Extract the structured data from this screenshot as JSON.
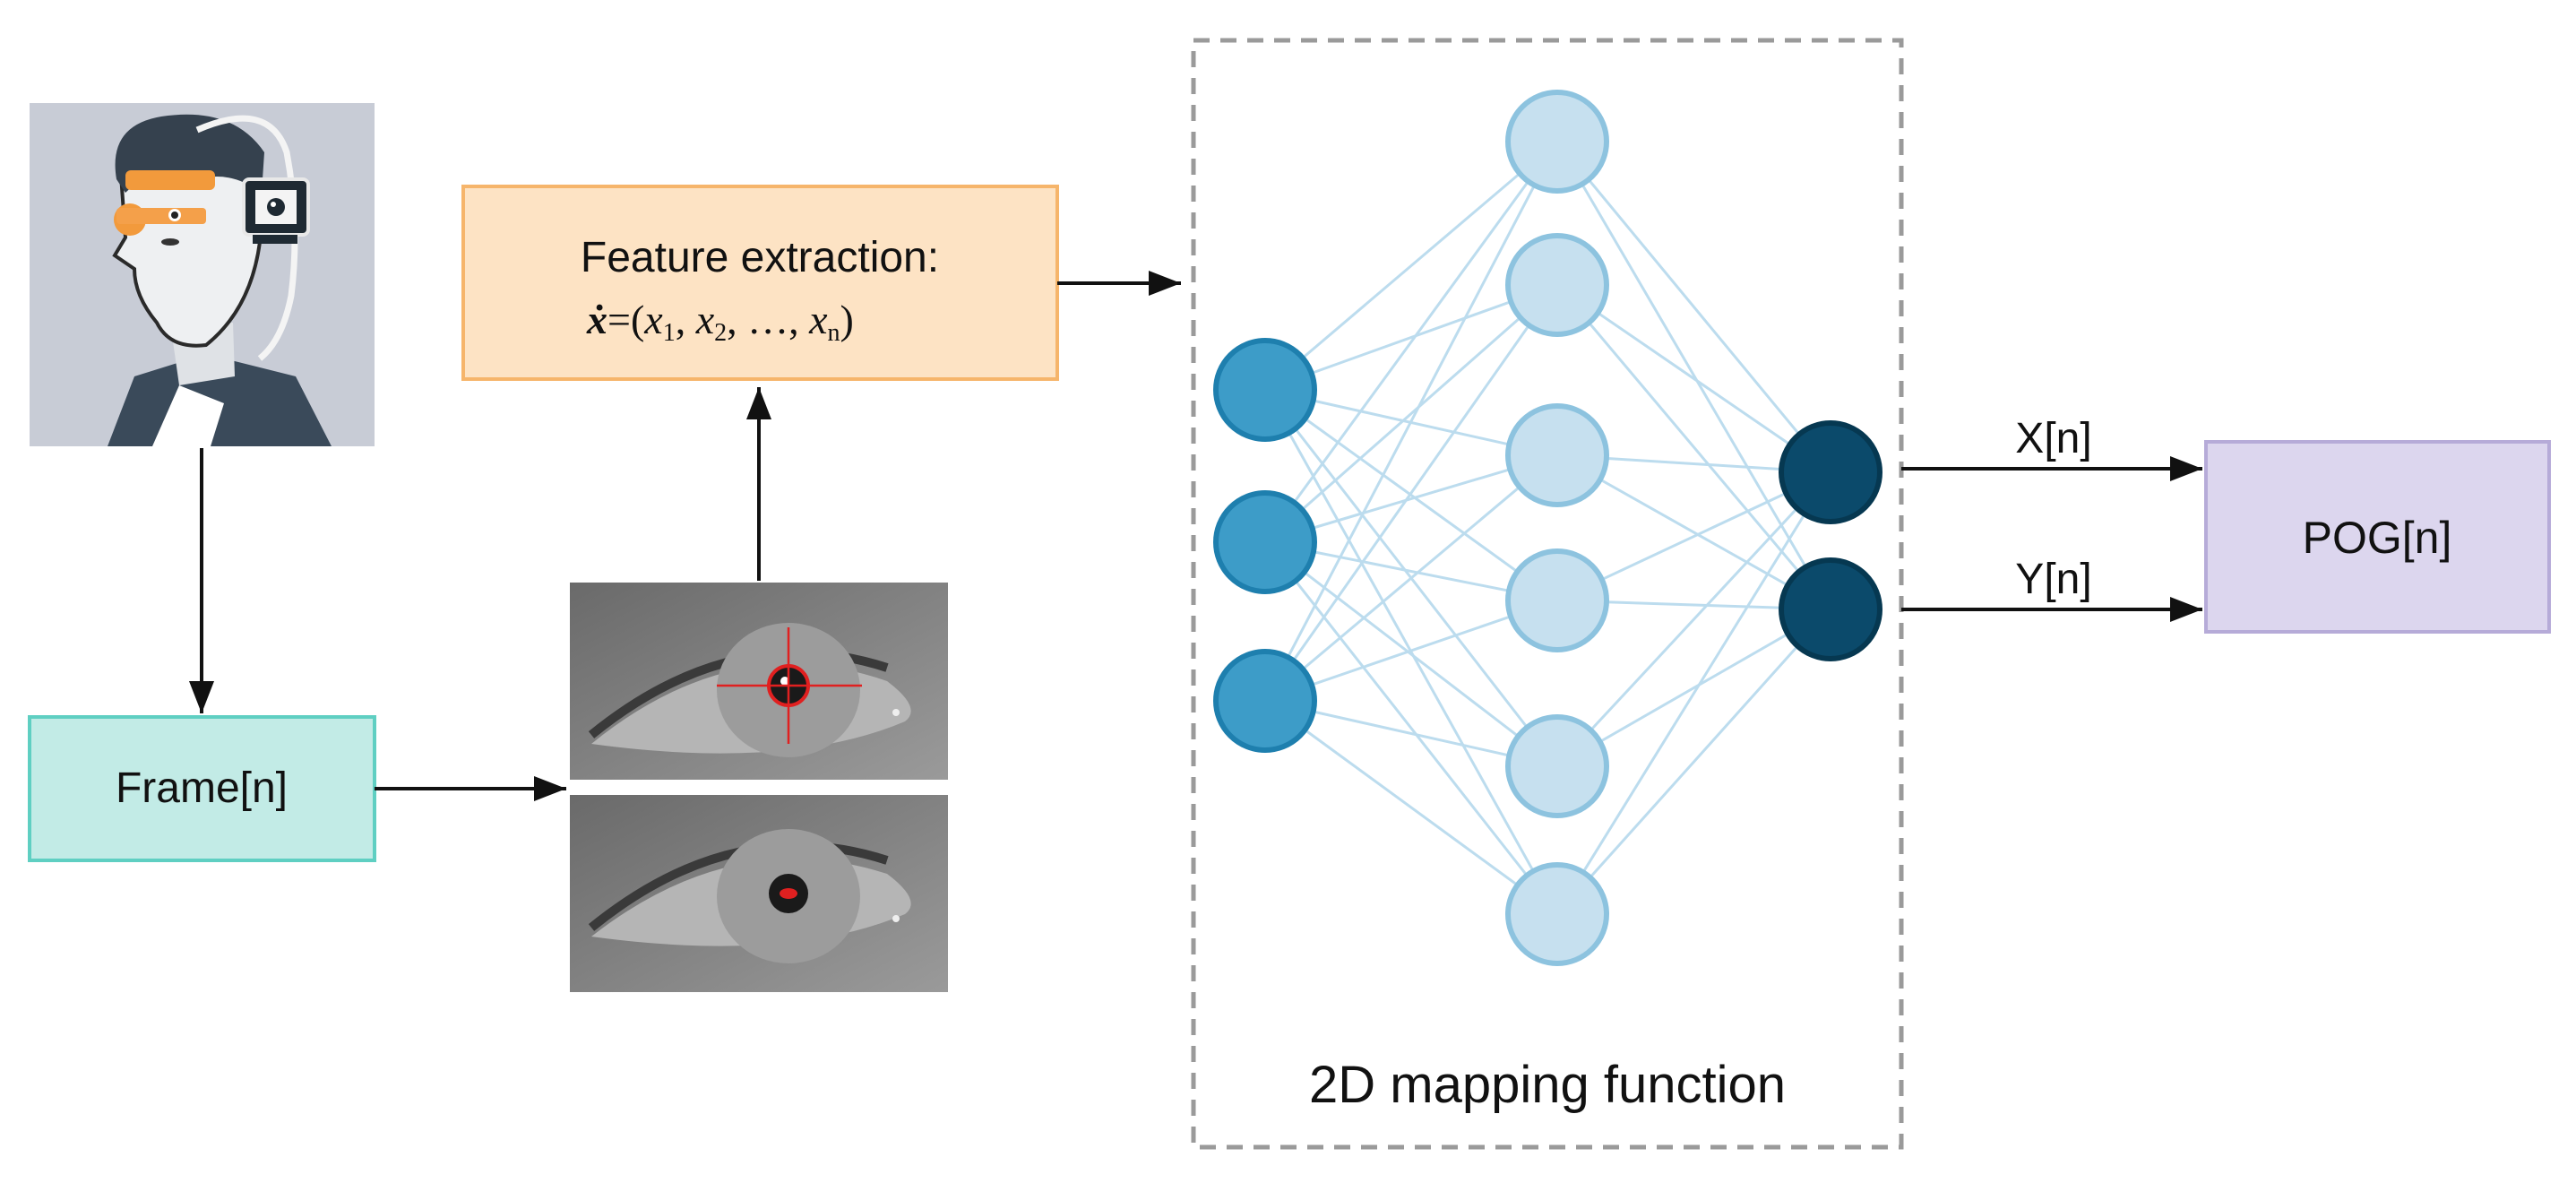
{
  "diagram": {
    "frame_box": {
      "label": "Frame[n]",
      "fill": "#c2ebe6",
      "stroke": "#5fcfc2"
    },
    "feature_box": {
      "label": "Feature extraction:",
      "formula": {
        "symbol": "ẋ",
        "equals_open": "=(",
        "x1": "x",
        "x1_sub": "1",
        "x2": "x",
        "x2_sub": "2",
        "ellipsis": "…,",
        "xn": "x",
        "xn_sub": "n",
        "close": ")"
      },
      "fill": "#fde3c4",
      "stroke": "#f6b56b"
    },
    "network_caption": "2D mapping function",
    "output_x_label": "X[n]",
    "output_y_label": "Y[n]",
    "pog_box": {
      "label": "POG[n]",
      "fill": "#dcd6ee",
      "stroke": "#b6abd8"
    },
    "neural_network": {
      "input_nodes": 3,
      "hidden_nodes": 6,
      "output_nodes": 2,
      "colors": {
        "input": "#3d9cc8",
        "input_stroke": "#1e7fae",
        "hidden": "#c6e0ef",
        "hidden_stroke": "#8dc3df",
        "output": "#0b4a6b",
        "output_stroke": "#063851",
        "edge": "#bcdcee"
      }
    }
  }
}
